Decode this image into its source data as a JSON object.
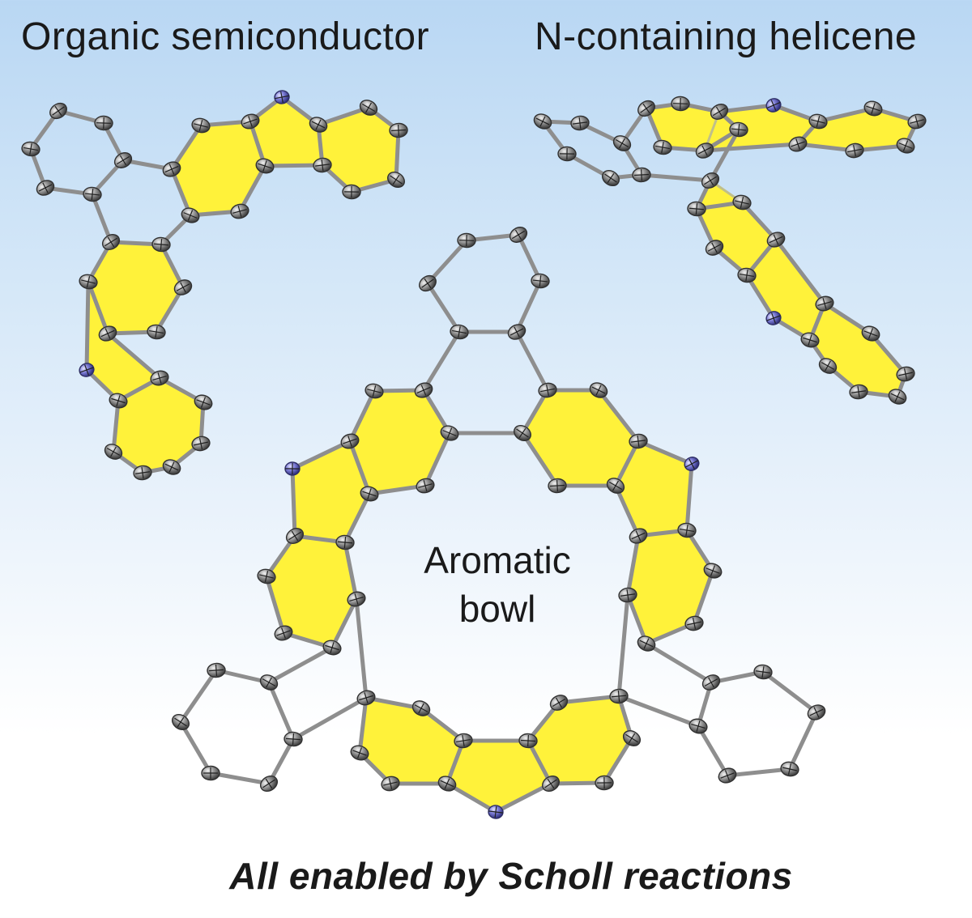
{
  "figure": {
    "title_left": "Organic semiconductor",
    "title_right": "N-containing helicene",
    "center_label": "Aromatic bowl",
    "caption": "All enabled by Scholl reactions"
  },
  "colors": {
    "aromatic_ring": "#fff23a",
    "carbon_atom": "#6f6f6f",
    "nitrogen_atom": "#6b6bc4",
    "bond": "#8e8e8e"
  }
}
